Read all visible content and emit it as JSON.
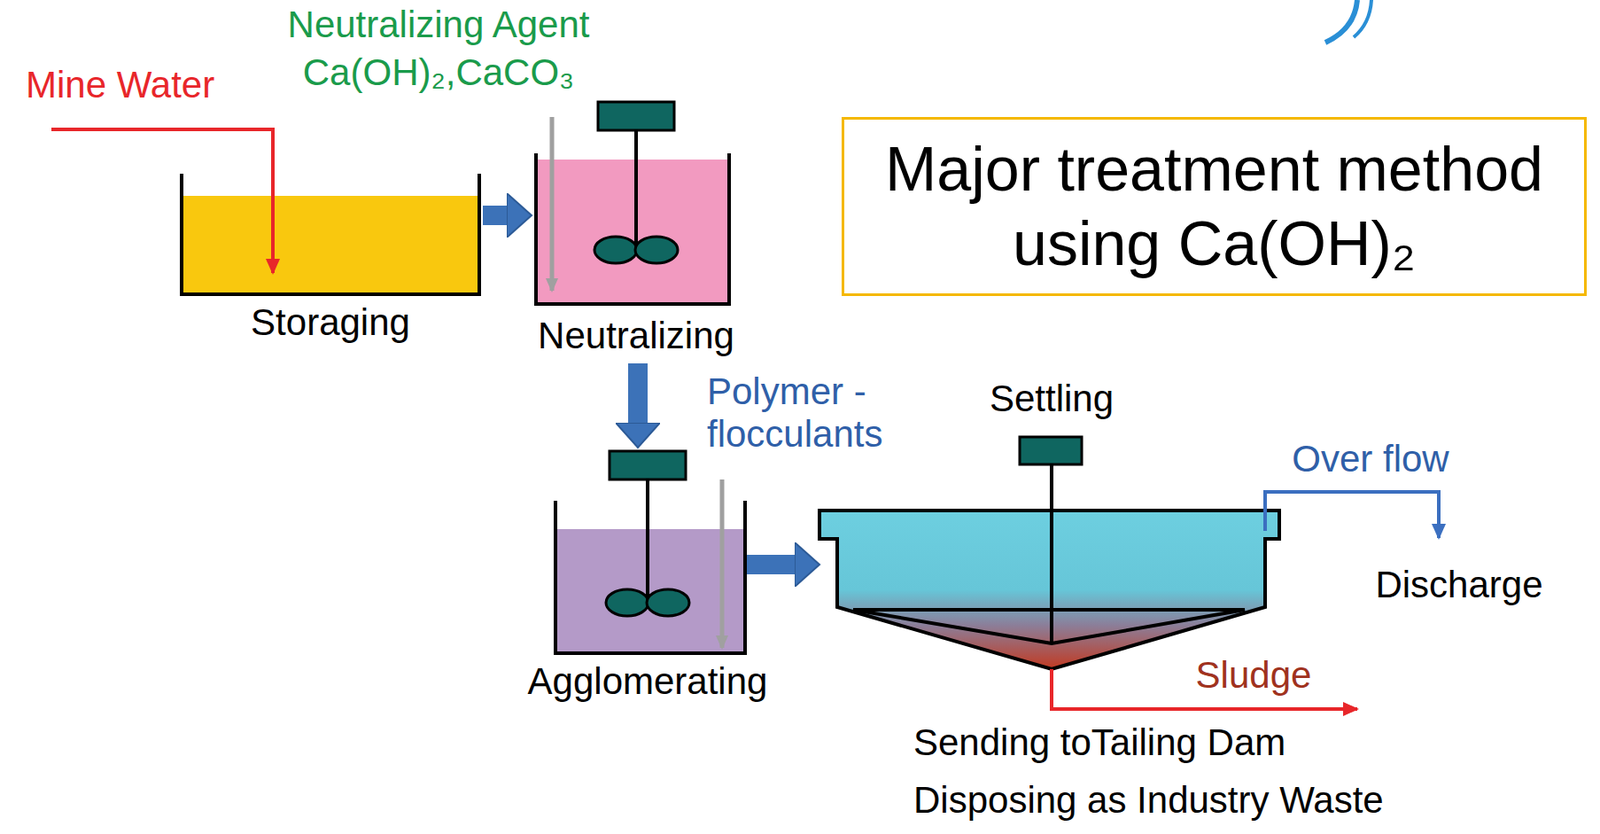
{
  "diagram": {
    "title": "Major treatment method using Ca(OH)₂",
    "nodes": [
      {
        "text": [
          "Storaging"
        ]
      },
      {
        "text": [
          "Neutralizing"
        ]
      },
      {
        "text": [
          "Agglomerating"
        ]
      },
      {
        "text": [
          "Settling"
        ]
      }
    ],
    "edges": [
      {
        "from": 0,
        "to": 1,
        "arrow": "to"
      },
      {
        "from": 1,
        "to": 2,
        "arrow": "to"
      },
      {
        "from": 2,
        "to": 3,
        "arrow": "to"
      }
    ],
    "labels": [
      "Mine Water",
      "Neutralizing Agent",
      "Ca(OH)₂,CaCO₃",
      "Polymer - flocculants",
      "Over flow",
      "Discharge",
      "Sludge",
      "Sending toTailing Dam",
      "Disposing as Industry Waste"
    ]
  }
}
